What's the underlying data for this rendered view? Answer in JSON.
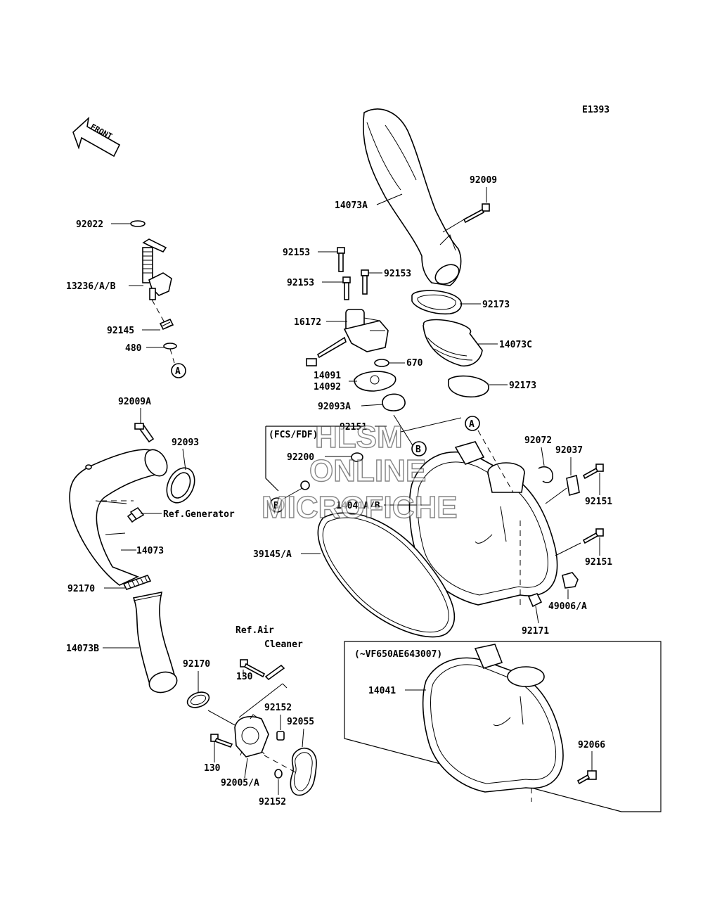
{
  "diagram_code": "E1393",
  "direction_arrow": "FRONT",
  "watermark": [
    "HLSM",
    "ONLINE",
    "MICROFICHE"
  ],
  "callouts": {
    "A": "A",
    "B": "B"
  },
  "part_labels": {
    "p92022": "92022",
    "p13236": "13236/A/B",
    "p92145": "92145",
    "p480": "480",
    "p92009A": "92009A",
    "p92093": "92093",
    "pRefGen": "Ref.Generator",
    "p14073": "14073",
    "p92170a": "92170",
    "p14073B": "14073B",
    "p92170b": "92170",
    "pRefAir1": "Ref.Air",
    "pRefAir2": "Cleaner",
    "p130a": "130",
    "p92152a": "92152",
    "p92055": "92055",
    "p130b": "130",
    "p92005": "92005/A",
    "p92152b": "92152",
    "p14073A": "14073A",
    "p92009": "92009",
    "p92153a": "92153",
    "p92153b": "92153",
    "p92153c": "92153",
    "p92173a": "92173",
    "p16172": "16172",
    "p14073C": "14073C",
    "p670": "670",
    "p14091": "14091",
    "p14092": "14092",
    "p92173b": "92173",
    "p92093A": "92093A",
    "p92151a": "92151",
    "pFCS": "(FCS/FDF)",
    "p92200": "92200",
    "p14041AB": "14041A/B",
    "p92072": "92072",
    "p92037": "92037",
    "p92151b": "92151",
    "p92151c": "92151",
    "p39145": "39145/A",
    "p49006": "49006/A",
    "p92171": "92171",
    "pVF": "(~VF650AE643007)",
    "p14041": "14041",
    "p92066": "92066"
  }
}
